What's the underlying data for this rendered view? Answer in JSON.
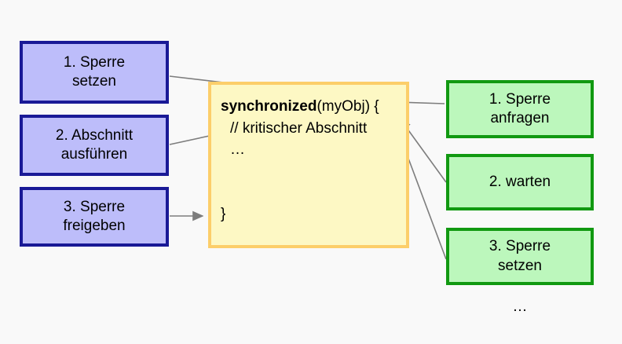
{
  "diagram": {
    "title": "synchronized block lock lifecycle",
    "background_color": "#f9f9f9",
    "colors": {
      "purple_fill": "#bdbdfa",
      "purple_border": "#191996",
      "green_fill": "#bcf7bc",
      "green_border": "#119911",
      "code_fill": "#fdf8c4",
      "code_border": "#fcce6a",
      "arrow": "#808080"
    }
  },
  "left_steps": [
    {
      "label": "1. Sperre\nsetzen"
    },
    {
      "label": "2. Abschnitt\nausführen"
    },
    {
      "label": "3. Sperre\nfreigeben"
    }
  ],
  "right_steps": [
    {
      "label": "1. Sperre\nanfragen"
    },
    {
      "label": "2. warten"
    },
    {
      "label": "3. Sperre\nsetzen"
    }
  ],
  "right_more": "…",
  "code": {
    "line1_keyword": "synchronized",
    "line1_rest": "(myObj) {",
    "line2": "// kritischer Abschnitt",
    "line3": "…",
    "line4": "}"
  }
}
